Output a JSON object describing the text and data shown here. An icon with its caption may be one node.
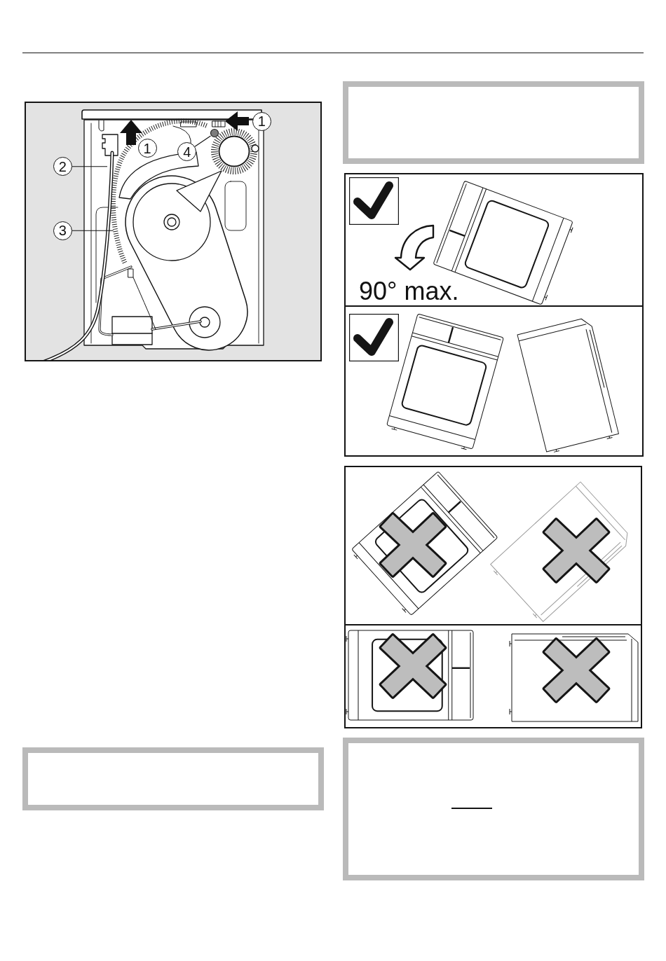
{
  "diagram": {
    "nodes": [
      {
        "text": [
          "1"
        ]
      },
      {
        "text": [
          "1"
        ]
      },
      {
        "text": [
          "4"
        ]
      },
      {
        "text": [
          "2"
        ]
      },
      {
        "text": [
          "3"
        ]
      }
    ],
    "edges": [
      {
        "from": 3,
        "to": null,
        "arrow": "none"
      },
      {
        "from": 4,
        "to": null,
        "arrow": "none"
      },
      {
        "from": 2,
        "to": null,
        "arrow": "none"
      }
    ],
    "labels": [
      "90° max."
    ]
  }
}
